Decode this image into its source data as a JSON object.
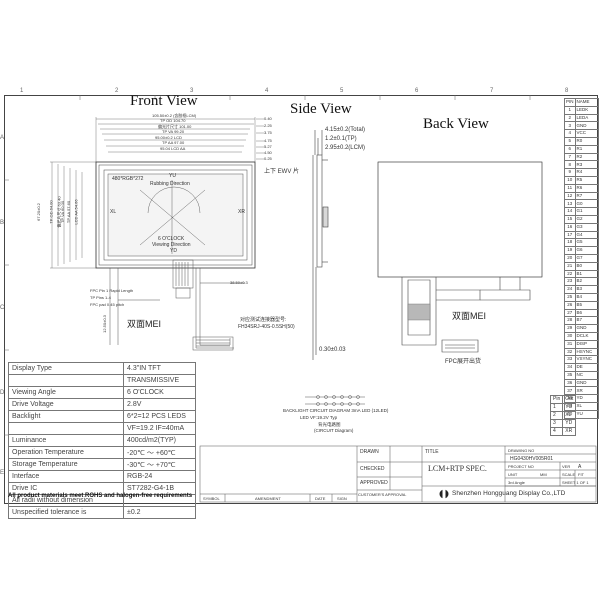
{
  "headings": {
    "front_view": "Front View",
    "side_view": "Side View",
    "back_view": "Back View"
  },
  "front_view": {
    "dims_top": [
      "105.50±0.2 (含胶框LCM)",
      "TP OD 104.70",
      "偏光片尺寸 101.00",
      "TP VA 99.20",
      "95.00±0.2 LCD",
      "TP AA 97.00",
      "95.04 LCD AA"
    ],
    "dims_right": [
      "0.40",
      "2.25",
      "3.75",
      "4.75",
      "5.27",
      "4.50",
      "0.25"
    ],
    "resolution": "480*RGB*272",
    "yu": "YU",
    "rubbing": "Rubbing Direction",
    "xl": "XL",
    "xr": "XR",
    "clock": "6 O'CLOCK",
    "viewing": "Viewing Direction",
    "yd": "YD",
    "dims_left": [
      "67.20±0.2",
      "TP OD 64.00",
      "偏光片尺寸 63.40",
      "TP VA 60.00",
      "TP AA 57.60",
      "LCD AA 54.66"
    ],
    "fpc_note_1": "FPC Pin 1 Rapid Length",
    "fpc_note_2": "TP Pins 1-4",
    "fpc_note_3": "FPC pad 0.45 pitch",
    "fpc_label": "双面MEI",
    "fpc_len": "38.50±0.3",
    "fpc_left_dim": "12.50±0.3",
    "connector_note": "对应测试连接器型号:",
    "connector_part": "FH34SRJ-40S-0.5SH(50)"
  },
  "side_view": {
    "dim1": "4.15±0.2(Total)",
    "dim2": "1.2±0.1(TP)",
    "dim3": "2.95±0.2(LCM)",
    "ewv": "上下 EWV 片",
    "bottom_dim": "0.30±0.03"
  },
  "back_view": {
    "fpc_label": "双面MEI",
    "fpc_unfold": "FPC展开出货"
  },
  "backlight": {
    "diagram_label": "BACKLIGHT CIRCUIT DIAGRAM 3mA LED (12LED)",
    "led": "LED VF:19.2V Typ",
    "note1": "背光电路图",
    "note2": "(CIRCUIT Diagram)"
  },
  "spec_table": [
    {
      "key": "Display Type",
      "value": "4.3\"IN TFT"
    },
    {
      "key": "",
      "value": "TRANSMISSIVE"
    },
    {
      "key": "Viewing Angle",
      "value": "6 O'CLOCK"
    },
    {
      "key": "Drive Voltage",
      "value": "2.8V"
    },
    {
      "key": "Backlight",
      "value": "6*2=12 PCS LEDS"
    },
    {
      "key": "",
      "value": "VF=19.2  IF=40mA"
    },
    {
      "key": "Luminance",
      "value": "400cd/m2(TYP)"
    },
    {
      "key": "Operation Temperature",
      "value": "-20℃ ～ +60℃"
    },
    {
      "key": "Storage Temperature",
      "value": "-30℃ ～ +70℃"
    },
    {
      "key": "Interface",
      "value": "RGB-24"
    },
    {
      "key": "Drive IC",
      "value": "ST7282-G4-1B"
    },
    {
      "key": "All radii without dimension",
      "value": ""
    },
    {
      "key": "Unspecified tolerance is",
      "value": "±0.2"
    }
  ],
  "rohs": "All product materials meet ROHS and halogen-free requirements",
  "pin_table": {
    "header": [
      "PIN",
      "NAME"
    ],
    "rows": [
      [
        "1",
        "LEDK"
      ],
      [
        "2",
        "LEDA"
      ],
      [
        "3",
        "GND"
      ],
      [
        "4",
        "VCC"
      ],
      [
        "5",
        "R0"
      ],
      [
        "6",
        "R1"
      ],
      [
        "7",
        "R2"
      ],
      [
        "8",
        "R3"
      ],
      [
        "9",
        "R4"
      ],
      [
        "10",
        "R5"
      ],
      [
        "11",
        "R6"
      ],
      [
        "12",
        "R7"
      ],
      [
        "13",
        "G0"
      ],
      [
        "14",
        "G1"
      ],
      [
        "15",
        "G2"
      ],
      [
        "16",
        "G3"
      ],
      [
        "17",
        "G4"
      ],
      [
        "18",
        "G5"
      ],
      [
        "19",
        "G6"
      ],
      [
        "20",
        "G7"
      ],
      [
        "21",
        "B0"
      ],
      [
        "22",
        "B1"
      ],
      [
        "23",
        "B2"
      ],
      [
        "24",
        "B3"
      ],
      [
        "25",
        "B4"
      ],
      [
        "26",
        "B5"
      ],
      [
        "27",
        "B6"
      ],
      [
        "28",
        "B7"
      ],
      [
        "29",
        "GND"
      ],
      [
        "30",
        "DCLK"
      ],
      [
        "31",
        "DISP"
      ],
      [
        "32",
        "HSYNC"
      ],
      [
        "33",
        "VSYNC"
      ],
      [
        "34",
        "DE"
      ],
      [
        "35",
        "NC"
      ],
      [
        "36",
        "GND"
      ],
      [
        "37",
        "XR"
      ],
      [
        "38",
        "YD"
      ],
      [
        "39",
        "XL"
      ],
      [
        "40",
        "YU"
      ]
    ]
  },
  "pin_table2": {
    "header": [
      "Pin",
      "Out"
    ],
    "rows": [
      [
        "1",
        "YU"
      ],
      [
        "2",
        "XL"
      ],
      [
        "3",
        "YD"
      ],
      [
        "4",
        "XR"
      ]
    ]
  },
  "title_block": {
    "drawn": "DRAWN",
    "checked": "CHECKED",
    "approved": "APPROVED",
    "title_lbl": "TITLE",
    "title": "LCM+RTP SPEC.",
    "drawing_no_lbl": "DRAWING NO",
    "drawing_no": "HG0430HV005R01",
    "project_no": "PROJECT NO",
    "ver": "VER",
    "ver_val": "A",
    "unit": "UNIT",
    "unit_val": "MM",
    "scale": "SCALE",
    "scale_val": "FIT",
    "angle": "3rd Angle",
    "sheet": "SHEET 1 OF 1",
    "company": "Shenzhen Hongguang Display Co.,LTD",
    "customer_approval": "CUSTOMER'S APPROVAL",
    "symbol": "SYMBOL",
    "amendment": "AMENDMENT",
    "date": "DATE",
    "sign": "SIGN"
  },
  "frame_numbers": [
    "1",
    "2",
    "3",
    "4",
    "5",
    "6",
    "7",
    "8"
  ],
  "frame_letters": [
    "A",
    "B",
    "C",
    "D",
    "E"
  ],
  "colors": {
    "line": "#444444",
    "fpc": "#b0b0b0",
    "page": "#ffffff"
  }
}
